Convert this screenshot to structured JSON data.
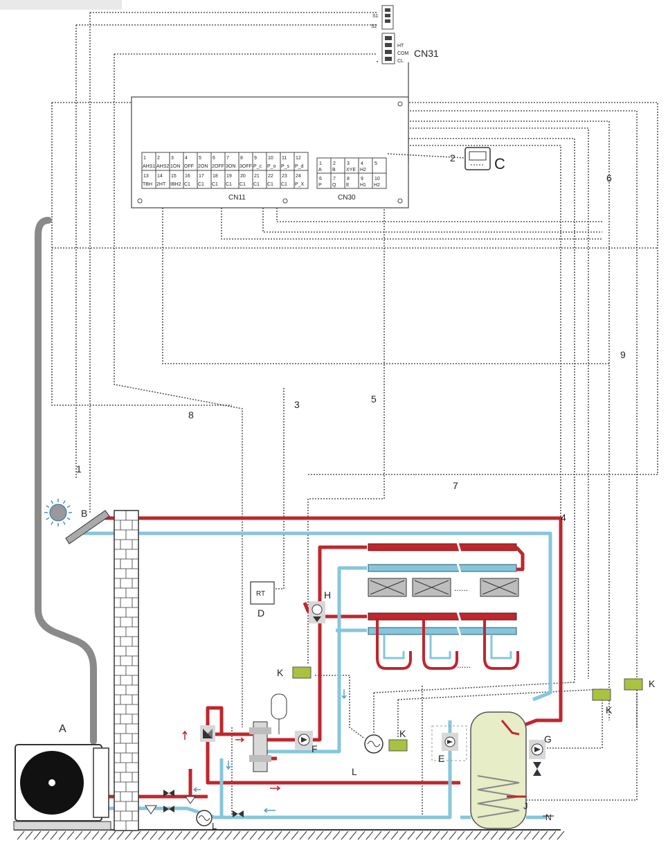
{
  "connectors": {
    "cn31": "CN31",
    "cn11": "CN11",
    "cn30": "CN30",
    "cn31_pins": [
      "HT",
      "COM",
      "CL"
    ],
    "top_pins": [
      "S1",
      "S2"
    ]
  },
  "cn11_top": [
    {
      "num": "1",
      "name": "AHS1"
    },
    {
      "num": "2",
      "name": "AHS2"
    },
    {
      "num": "3",
      "name": "1ON"
    },
    {
      "num": "4",
      "name": "OFF"
    },
    {
      "num": "5",
      "name": "2ON"
    },
    {
      "num": "6",
      "name": "2OFF"
    },
    {
      "num": "7",
      "name": "3ON"
    },
    {
      "num": "8",
      "name": "3OFF"
    },
    {
      "num": "9",
      "name": "P_c"
    },
    {
      "num": "10",
      "name": "P_o"
    },
    {
      "num": "11",
      "name": "P_s"
    },
    {
      "num": "12",
      "name": "P_d"
    }
  ],
  "cn11_bottom": [
    {
      "num": "13",
      "name": "TBH"
    },
    {
      "num": "14",
      "name": "2HT"
    },
    {
      "num": "15",
      "name": "IBH2"
    },
    {
      "num": "16",
      "name": "C1"
    },
    {
      "num": "17",
      "name": "C1"
    },
    {
      "num": "18",
      "name": "C1"
    },
    {
      "num": "19",
      "name": "C1"
    },
    {
      "num": "20",
      "name": "C1"
    },
    {
      "num": "21",
      "name": "C1"
    },
    {
      "num": "22",
      "name": "C1"
    },
    {
      "num": "23",
      "name": "C1"
    },
    {
      "num": "24",
      "name": "P_X"
    }
  ],
  "cn30_top": [
    {
      "num": "1",
      "name": "A"
    },
    {
      "num": "2",
      "name": "B"
    },
    {
      "num": "3",
      "name": "XYE"
    },
    {
      "num": "4",
      "name": "H2"
    },
    {
      "num": "5",
      "name": ""
    }
  ],
  "cn30_bottom": [
    {
      "num": "6",
      "name": "P"
    },
    {
      "num": "7",
      "name": "Q"
    },
    {
      "num": "8",
      "name": "E"
    },
    {
      "num": "9",
      "name": "H1"
    },
    {
      "num": "10",
      "name": "H2"
    }
  ],
  "numbers": {
    "n1": "1",
    "n2": "2",
    "n3": "3",
    "n4": "4",
    "n5": "5",
    "n6": "6",
    "n7": "7",
    "n8": "8",
    "n9": "9"
  },
  "letters": {
    "A": "A",
    "B": "B",
    "C": "C",
    "D": "D",
    "E": "E",
    "F": "F",
    "G": "G",
    "H": "H",
    "J": "J",
    "K1": "K",
    "K2": "K",
    "K3": "K",
    "K4": "K",
    "L1": "L",
    "L2": "L"
  },
  "thermostat_text": "RT",
  "dots": "......",
  "colors": {
    "hot": "#c0262d",
    "cold": "#86c6dc",
    "sensor": "#a9c23f",
    "grey_pipe": "#8a8a8a"
  }
}
